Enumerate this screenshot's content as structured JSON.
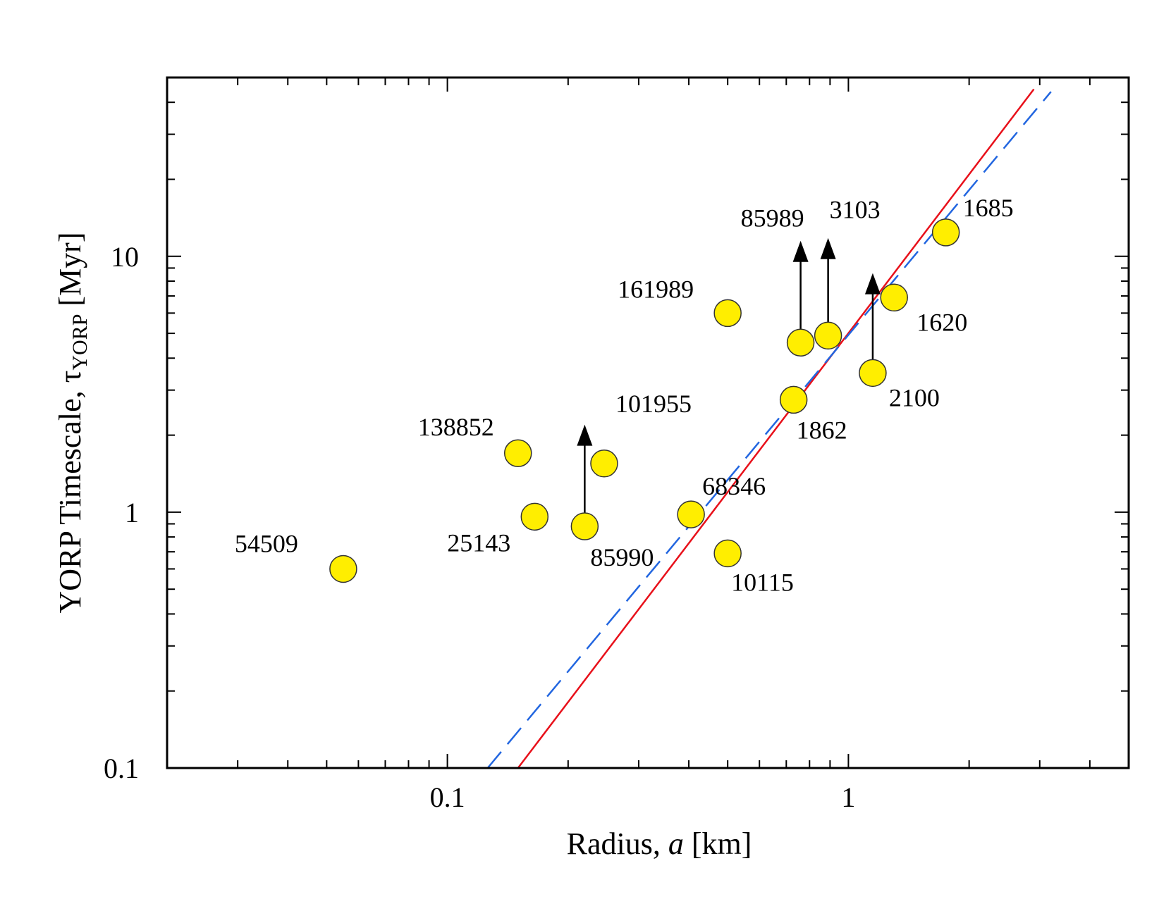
{
  "chart_data": {
    "type": "scatter",
    "title": "",
    "xlabel_parts": [
      "Radius, ",
      "a",
      " [km]"
    ],
    "ylabel_parts": [
      "YORP Timescale, ",
      "τ",
      "YORP",
      " [Myr]"
    ],
    "x_scale": "log",
    "y_scale": "log",
    "xlim": [
      0.02,
      5
    ],
    "ylim": [
      0.1,
      50
    ],
    "x_tick_labels": [
      {
        "value": 0.1,
        "label": "0.1"
      },
      {
        "value": 1,
        "label": "1"
      }
    ],
    "y_tick_labels": [
      {
        "value": 0.1,
        "label": "0.1"
      },
      {
        "value": 1,
        "label": "1"
      },
      {
        "value": 10,
        "label": "10"
      }
    ],
    "grid": false,
    "colors": {
      "points": "#ffee00",
      "point_edge": "#333333",
      "fit_solid": "#e8101a",
      "fit_dashed": "#2266e0",
      "arrows": "#000000"
    },
    "points": [
      {
        "name": "54509",
        "x": 0.055,
        "y": 0.6
      },
      {
        "name": "138852",
        "x": 0.15,
        "y": 1.7
      },
      {
        "name": "25143",
        "x": 0.165,
        "y": 0.96
      },
      {
        "name": "85990",
        "x": 0.22,
        "y": 0.88
      },
      {
        "name": "101955",
        "x": 0.246,
        "y": 1.55
      },
      {
        "name": "68346",
        "x": 0.405,
        "y": 0.98
      },
      {
        "name": "10115",
        "x": 0.5,
        "y": 0.69
      },
      {
        "name": "161989",
        "x": 0.5,
        "y": 6.0
      },
      {
        "name": "1862",
        "x": 0.73,
        "y": 2.75
      },
      {
        "name": "85989",
        "x": 0.76,
        "y": 4.6
      },
      {
        "name": "3103",
        "x": 0.89,
        "y": 4.9
      },
      {
        "name": "2100",
        "x": 1.15,
        "y": 3.5
      },
      {
        "name": "1620",
        "x": 1.3,
        "y": 6.9
      },
      {
        "name": "1685",
        "x": 1.75,
        "y": 12.4
      }
    ],
    "lower_limit_arrows": [
      {
        "name": "85990",
        "x": 0.22,
        "from": 0.88,
        "to": 2.2
      },
      {
        "name": "85989",
        "x": 0.76,
        "from": 4.6,
        "to": 11.5
      },
      {
        "name": "3103",
        "x": 0.89,
        "from": 4.9,
        "to": 11.8
      },
      {
        "name": "2100",
        "x": 1.15,
        "from": 3.5,
        "to": 8.6
      }
    ],
    "fit_lines": [
      {
        "style": "solid",
        "x": [
          0.15,
          2.9
        ],
        "y": [
          0.1,
          45
        ]
      },
      {
        "style": "dashed",
        "x": [
          0.126,
          3.2
        ],
        "y": [
          0.1,
          44
        ]
      }
    ]
  }
}
